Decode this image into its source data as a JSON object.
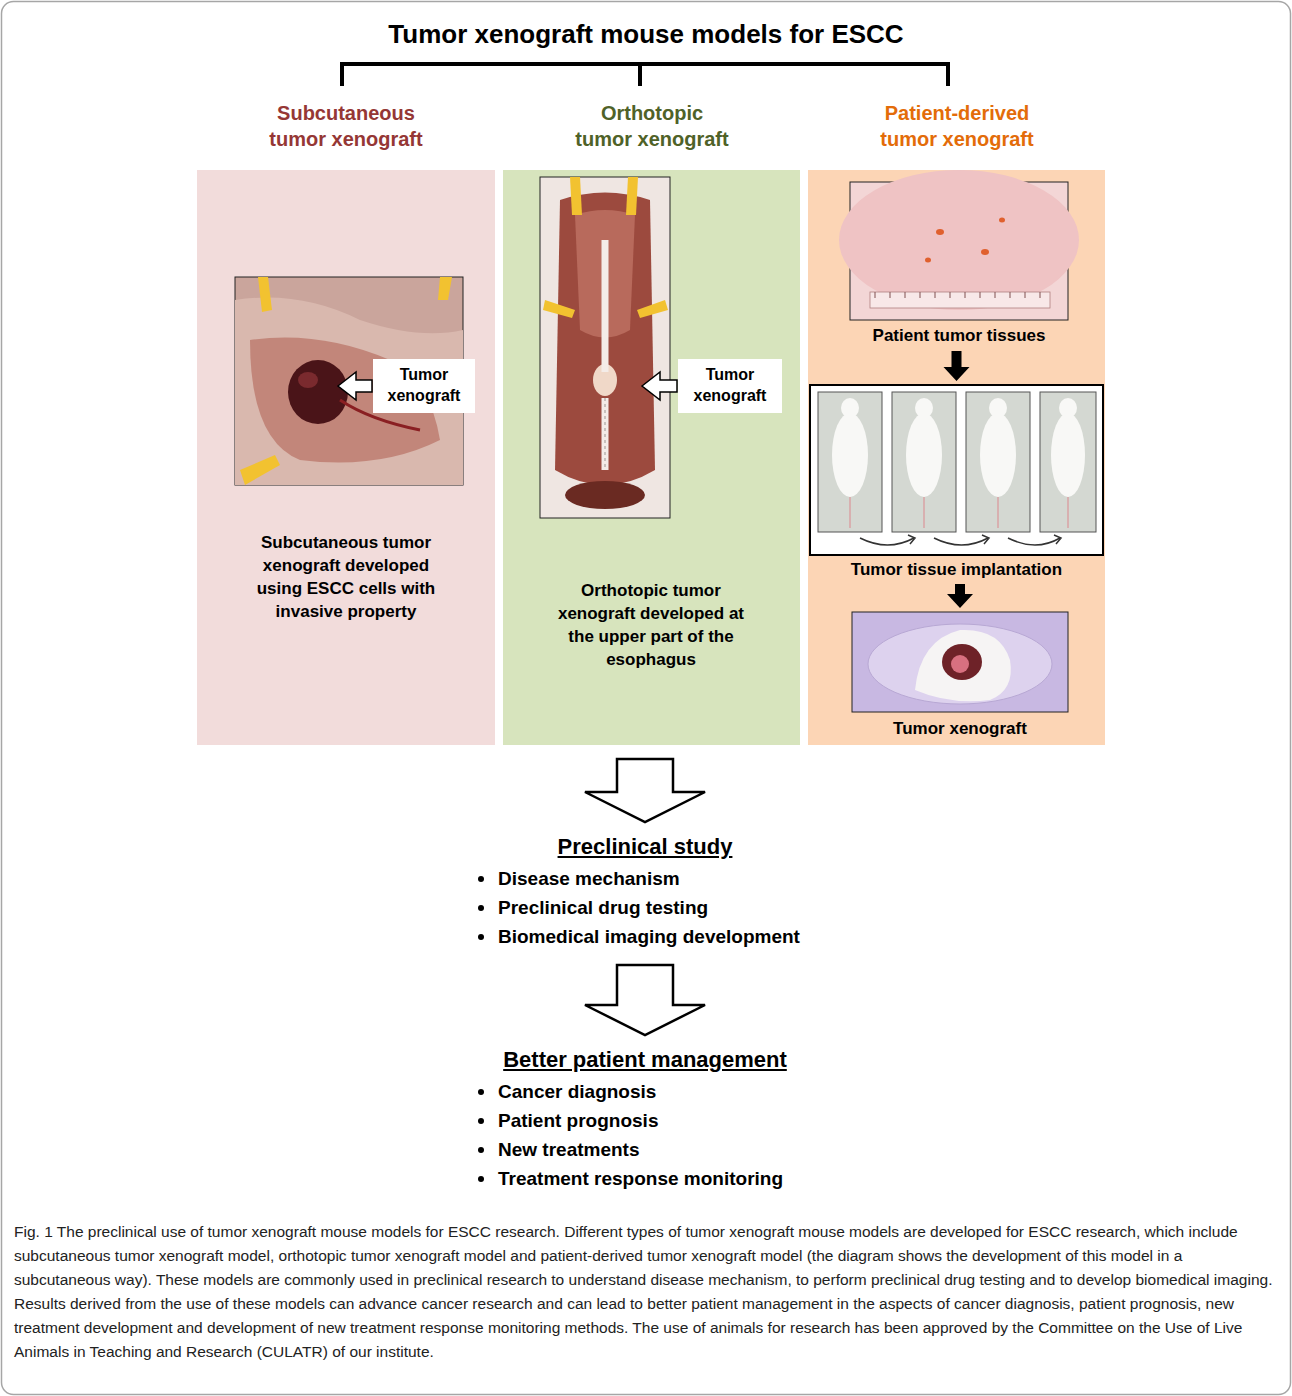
{
  "diagram": {
    "title": "Tumor xenograft mouse models for ESCC",
    "caption": "Fig. 1 The preclinical use of tumor xenograft mouse models for ESCC research. Different types of tumor xenograft mouse models are developed for ESCC research, which include subcutaneous tumor xenograft model, orthotopic tumor xenograft model and patient-derived tumor xenograft model (the diagram shows the development of this model in a subcutaneous way). These models are commonly used in preclinical research to understand disease mechanism, to perform preclinical drug testing and to develop biomedical imaging. Results derived from the use of these models can advance cancer research and can lead to better patient management in the aspects of cancer diagnosis, patient prognosis, new treatment development and development of new treatment response monitoring methods. The use of animals for research has been approved by the Committee on the Use of Live Animals in Teaching and Research (CULATR) of our institute.",
    "nodes": [
      {
        "text": [
          "Subcutaneous tumor xenograft",
          "Subcutaneous tumor xenograft developed using ESCC cells with invasive property"
        ]
      },
      {
        "text": [
          "Tumor xenograft"
        ],
        "in": 0
      },
      {
        "text": [
          "Orthotopic tumor xenograft",
          "Orthotopic tumor xenograft developed at the upper part of the esophagus"
        ]
      },
      {
        "text": [
          "Tumor xenograft"
        ],
        "in": 2
      },
      {
        "text": [
          "Patient-derived tumor xenograft"
        ]
      },
      {
        "text": [
          "Patient tumor tissues"
        ],
        "in": 4
      },
      {
        "text": [
          "Tumor tissue implantation"
        ],
        "in": 4
      },
      {
        "text": [
          "Tumor xenograft"
        ],
        "in": 4
      },
      {
        "text": [
          "Preclinical study",
          "Disease mechanism",
          "Preclinical drug testing",
          "Biomedical imaging development"
        ]
      },
      {
        "text": [
          "Better patient management",
          "Cancer diagnosis",
          "Patient prognosis",
          "New treatments",
          "Treatment response monitoring"
        ]
      }
    ],
    "edges": [
      {
        "from": 5,
        "to": 6,
        "arrow": "to"
      },
      {
        "from": 6,
        "to": 7,
        "arrow": "to"
      },
      {
        "from": 2,
        "to": 8,
        "arrow": "to"
      },
      {
        "from": 8,
        "to": 9,
        "arrow": "to"
      }
    ]
  }
}
